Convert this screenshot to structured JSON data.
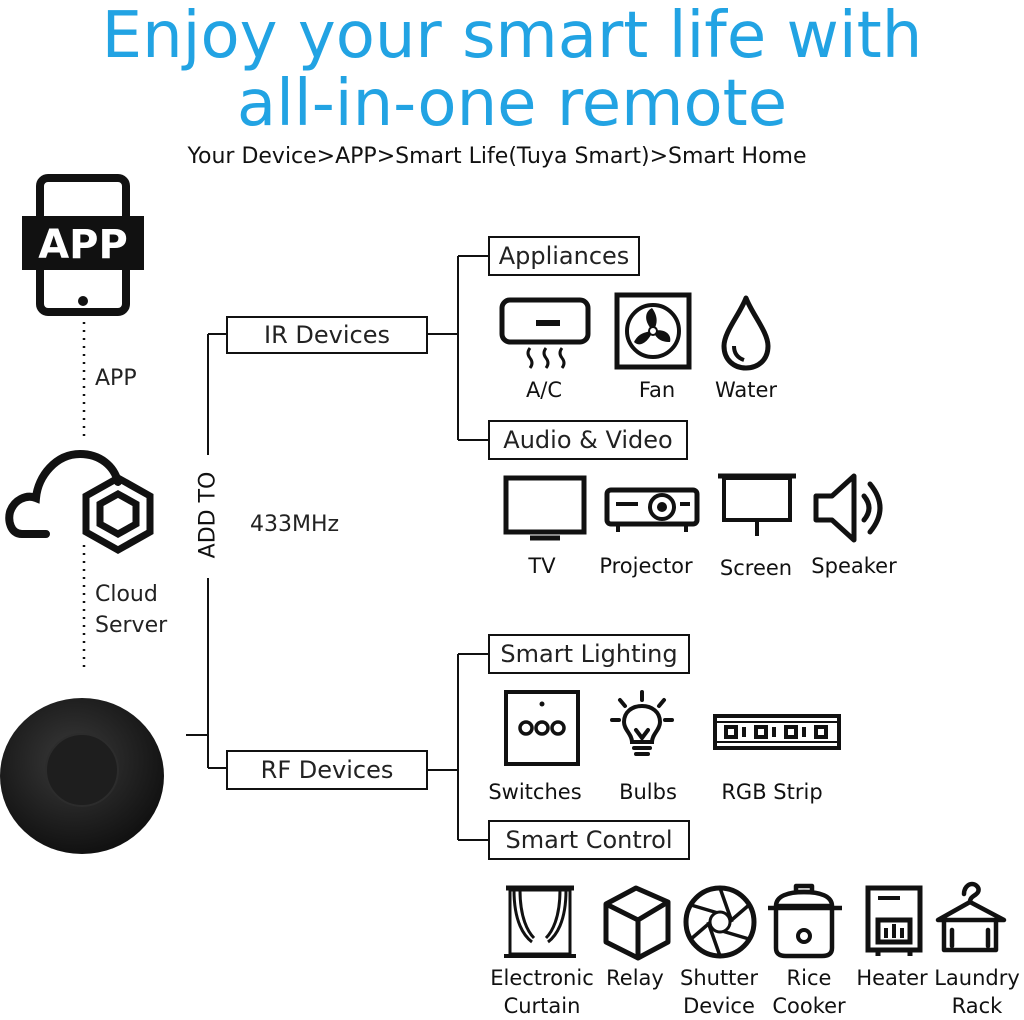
{
  "header": {
    "title_line1": "Enjoy your smart life with",
    "title_line2": "all-in-one remote",
    "subtitle": "Your Device>APP>Smart Life(Tuya Smart)>Smart Home"
  },
  "left": {
    "app_badge": "APP",
    "app_label": "APP",
    "cloud_label_1": "Cloud",
    "cloud_label_2": "Server",
    "add_to": "ADD TO",
    "freq": "433MHz"
  },
  "branches": {
    "ir": "IR Devices",
    "rf": "RF Devices",
    "appliances": "Appliances",
    "audio_video": "Audio & Video",
    "smart_lighting": "Smart Lighting",
    "smart_control": "Smart Control"
  },
  "appliances": [
    "A/C",
    "Fan",
    "Water"
  ],
  "audio_video": [
    "TV",
    "Projector",
    "Screen",
    "Speaker"
  ],
  "lighting": [
    "Switches",
    "Bulbs",
    "RGB Strip"
  ],
  "control": [
    {
      "l1": "Electronic",
      "l2": "Curtain"
    },
    {
      "l1": "Relay",
      "l2": ""
    },
    {
      "l1": "Shutter",
      "l2": "Device"
    },
    {
      "l1": "Rice",
      "l2": "Cooker"
    },
    {
      "l1": "Heater",
      "l2": ""
    },
    {
      "l1": "Laundry",
      "l2": "Rack"
    }
  ],
  "colors": {
    "title": "#22a3e3",
    "ink": "#111111",
    "hub": "#1a1a1a"
  }
}
